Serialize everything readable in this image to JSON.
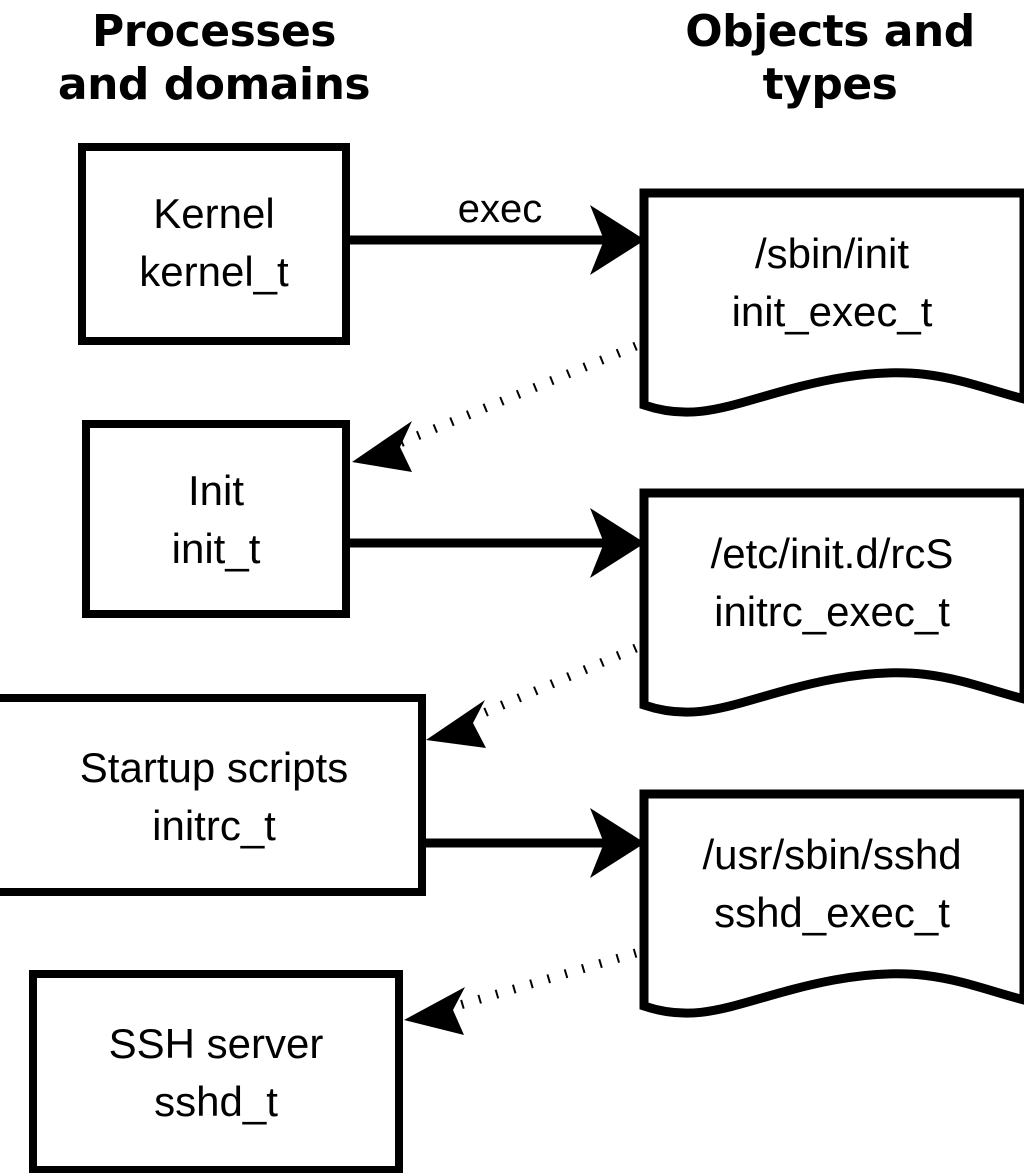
{
  "diagram": {
    "title_left": "Processes\nand domains",
    "columns": [
      {
        "id": "left",
        "line1": "Processes",
        "line2": "and domains"
      },
      {
        "id": "right",
        "line1": "Objects and",
        "line2": "types"
      }
    ],
    "colors": {
      "stroke": "#000000",
      "fill": "#ffffff",
      "background": "#ffffff"
    },
    "process_nodes": [
      {
        "id": "kernel",
        "line1": "Kernel",
        "line2": "kernel_t"
      },
      {
        "id": "init",
        "line1": "Init",
        "line2": "init_t"
      },
      {
        "id": "initrc",
        "line1": "Startup scripts",
        "line2": "initrc_t"
      },
      {
        "id": "sshd",
        "line1": "SSH server",
        "line2": "sshd_t"
      }
    ],
    "object_nodes": [
      {
        "id": "init_exec",
        "line1": "/sbin/init",
        "line2": "init_exec_t"
      },
      {
        "id": "initrc_exec",
        "line1": "/etc/init.d/rcS",
        "line2": "initrc_exec_t"
      },
      {
        "id": "sshd_exec",
        "line1": "/usr/sbin/sshd",
        "line2": "sshd_exec_t"
      }
    ],
    "edges": [
      {
        "id": "kernel-exec-init_exec",
        "from": "kernel",
        "to": "init_exec",
        "style": "solid",
        "label": "exec"
      },
      {
        "id": "init_exec-transition-init",
        "from": "init_exec",
        "to": "init",
        "style": "dotted",
        "label": ""
      },
      {
        "id": "init-exec-initrc_exec",
        "from": "init",
        "to": "initrc_exec",
        "style": "solid",
        "label": ""
      },
      {
        "id": "initrc_exec-transition-initrc",
        "from": "initrc_exec",
        "to": "initrc",
        "style": "dotted",
        "label": ""
      },
      {
        "id": "initrc-exec-sshd_exec",
        "from": "initrc",
        "to": "sshd_exec",
        "style": "solid",
        "label": ""
      },
      {
        "id": "sshd_exec-transition-sshd",
        "from": "sshd_exec",
        "to": "sshd",
        "style": "dotted",
        "label": ""
      }
    ]
  }
}
